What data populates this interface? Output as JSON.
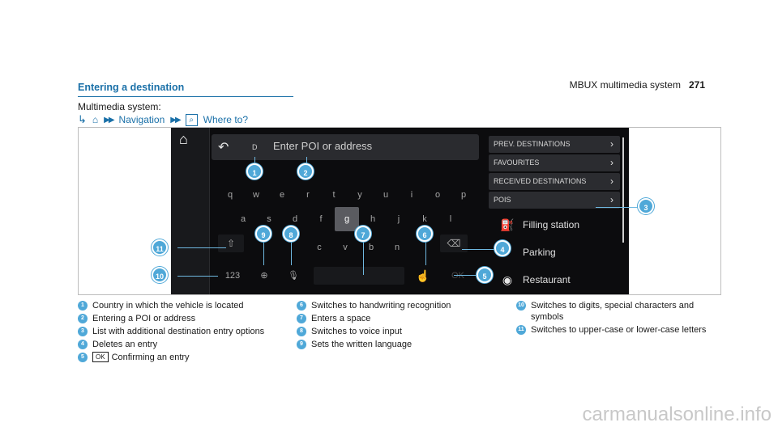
{
  "header": {
    "manual_title": "MBUX multimedia system",
    "page_number": "271"
  },
  "section": {
    "title": "Entering a destination",
    "system_label": "Multimedia system:",
    "crumb": {
      "nav_label": "Navigation",
      "where_label": "Where to?"
    }
  },
  "screen": {
    "country": "D",
    "placeholder": "Enter POI or address",
    "keys_row1": [
      "q",
      "w",
      "e",
      "r",
      "t",
      "y",
      "u",
      "i",
      "o",
      "p"
    ],
    "keys_row2": [
      "a",
      "s",
      "d",
      "f",
      "g",
      "h",
      "j",
      "k",
      "l"
    ],
    "keys_row3": [
      "c",
      "v",
      "b",
      "n"
    ],
    "numeric_key": "123",
    "ok_key": "OK",
    "destination_menu": [
      "PREV. DESTINATIONS",
      "FAVOURITES",
      "RECEIVED DESTINATIONS",
      "POIS"
    ],
    "poi_items": [
      "Filling station",
      "Parking",
      "Restaurant"
    ]
  },
  "callouts": [
    "1",
    "2",
    "3",
    "4",
    "5",
    "6",
    "7",
    "8",
    "9",
    "10",
    "11"
  ],
  "legend": [
    {
      "num": "1",
      "text": "Country in which the vehicle is located"
    },
    {
      "num": "2",
      "text": "Entering a POI or address"
    },
    {
      "num": "3",
      "text": "List with additional destination entry options"
    },
    {
      "num": "4",
      "text": "Deletes an entry"
    },
    {
      "num": "5",
      "ok": "OK",
      "text": "Confirming an entry"
    },
    {
      "num": "6",
      "text": "Switches to handwriting recognition"
    },
    {
      "num": "7",
      "text": "Enters a space"
    },
    {
      "num": "8",
      "text": "Switches to voice input"
    },
    {
      "num": "9",
      "text": "Sets the written language"
    },
    {
      "num": "10",
      "text": "Switches to digits, special characters and symbols"
    },
    {
      "num": "11",
      "text": "Switches to upper-case or lower-case letters"
    }
  ],
  "watermark": "carmanualsonline.info",
  "colors": {
    "accent": "#4fa8d8",
    "heading": "#1a70a8"
  }
}
